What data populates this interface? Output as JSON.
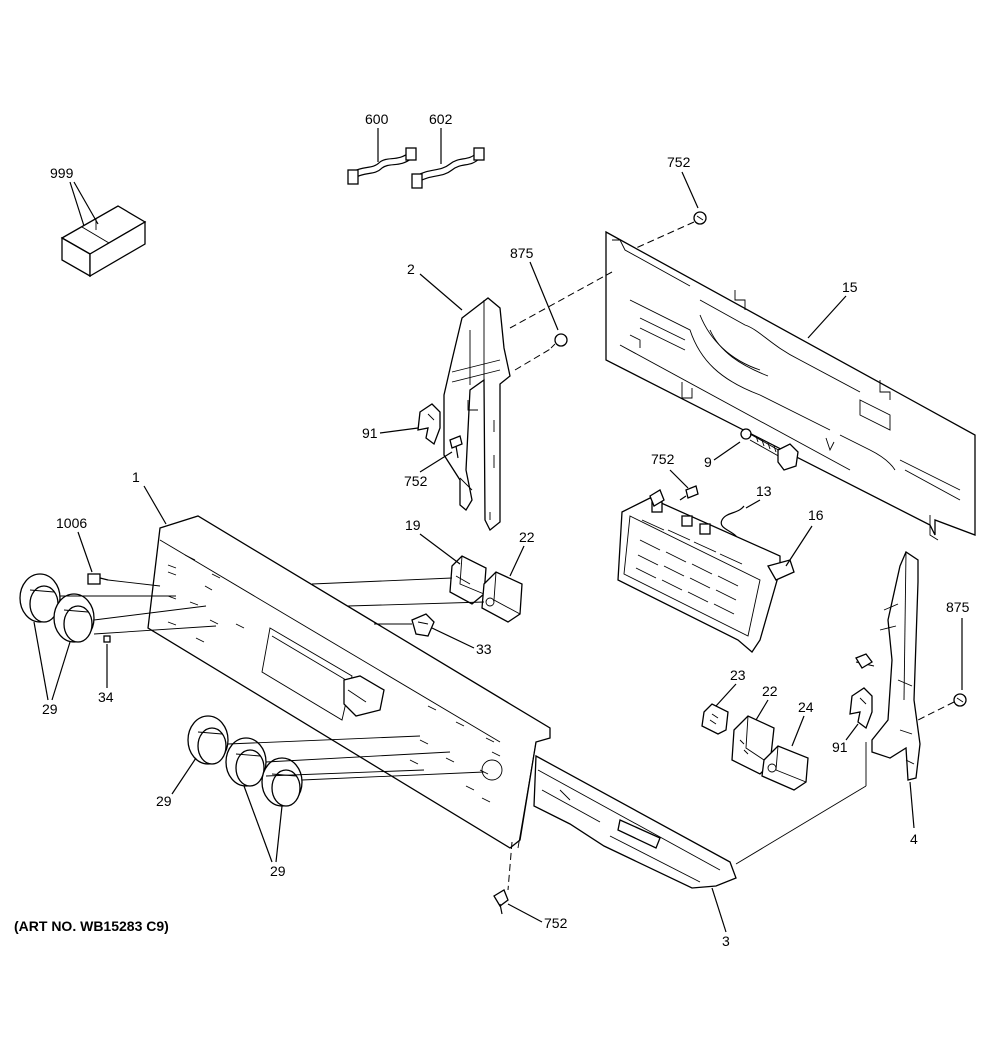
{
  "caption": "(ART NO. WB15283 C9)",
  "callouts": {
    "c999": "999",
    "c600": "600",
    "c602": "602",
    "c752a": "752",
    "c875a": "875",
    "c2": "2",
    "c15": "15",
    "c91a": "91",
    "c752b": "752",
    "c752c": "752",
    "c9": "9",
    "c13": "13",
    "c16": "16",
    "c1": "1",
    "c1006": "1006",
    "c19": "19",
    "c22a": "22",
    "c33": "33",
    "c875b": "875",
    "c29a": "29",
    "c34": "34",
    "c23": "23",
    "c22b": "22",
    "c24": "24",
    "c91b": "91",
    "c29b": "29",
    "c29c": "29",
    "c4": "4",
    "c752d": "752",
    "c3": "3"
  }
}
